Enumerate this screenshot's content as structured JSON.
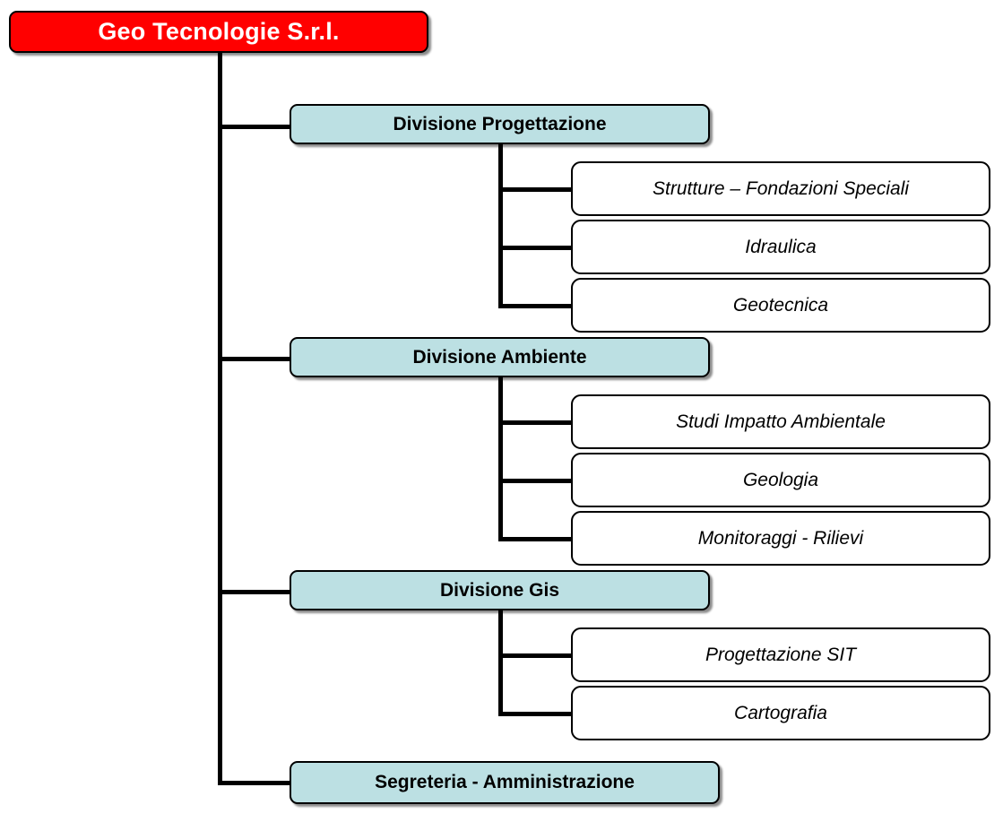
{
  "title": "Geo Tecnologie S.r.l. - Organigramma",
  "colors": {
    "root_fill": "#FF0000",
    "root_text": "#FFFFFF",
    "division_fill": "#BCE0E3",
    "division_text": "#000000",
    "leaf_fill": "#FFFFFF",
    "leaf_text": "#000000",
    "line": "#000000",
    "background": "#FFFFFF"
  },
  "chart_data": {
    "type": "diagram",
    "diagram_type": "organizational-chart",
    "orientation": "left-to-right-indented",
    "root": {
      "label": "Geo Tecnologie S.r.l.",
      "style": "root"
    },
    "nodes": [
      {
        "label": "Divisione Progettazione",
        "style": "division",
        "children": [
          {
            "label": "Strutture – Fondazioni Speciali",
            "style": "leaf"
          },
          {
            "label": "Idraulica",
            "style": "leaf"
          },
          {
            "label": "Geotecnica",
            "style": "leaf"
          }
        ]
      },
      {
        "label": "Divisione Ambiente",
        "style": "division",
        "children": [
          {
            "label": "Studi Impatto Ambientale",
            "style": "leaf"
          },
          {
            "label": "Geologia",
            "style": "leaf"
          },
          {
            "label": "Monitoraggi - Rilievi",
            "style": "leaf"
          }
        ]
      },
      {
        "label": "Divisione Gis",
        "style": "division",
        "children": [
          {
            "label": "Progettazione SIT",
            "style": "leaf"
          },
          {
            "label": "Cartografia",
            "style": "leaf"
          }
        ]
      },
      {
        "label": "Segreteria - Amministrazione",
        "style": "division",
        "children": []
      }
    ]
  },
  "boxes": {
    "root": "Geo Tecnologie S.r.l.",
    "div_progettazione": "Divisione Progettazione",
    "leaf_strutture": "Strutture – Fondazioni Speciali",
    "leaf_idraulica": "Idraulica",
    "leaf_geotecnica": "Geotecnica",
    "div_ambiente": "Divisione Ambiente",
    "leaf_sia": "Studi Impatto Ambientale",
    "leaf_geologia": "Geologia",
    "leaf_monitoraggi": "Monitoraggi - Rilievi",
    "div_gis": "Divisione Gis",
    "leaf_sit": "Progettazione SIT",
    "leaf_cartografia": "Cartografia",
    "div_segreteria": "Segreteria - Amministrazione"
  }
}
